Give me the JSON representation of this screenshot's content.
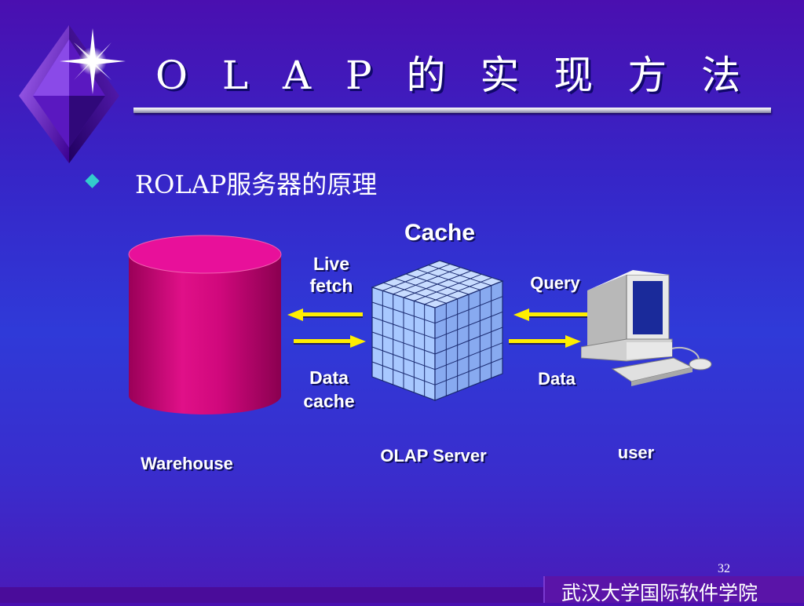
{
  "header": {
    "title": "O L A P 的 实 现 方 法",
    "logo_icon": "star-diamond-icon"
  },
  "content": {
    "bullet": "ROLAP服务器的原理"
  },
  "diagram": {
    "cache_label": "Cache",
    "live_fetch_label": "Live\nfetch",
    "data_cache_label": "Data\ncache",
    "query_label": "Query",
    "data_label": "Data",
    "warehouse_label": "Warehouse",
    "server_label": "OLAP Server",
    "user_label": "user",
    "colors": {
      "warehouse": "#d4087a",
      "cube": "#a8c8ff",
      "arrow": "#ffee00",
      "bullet": "#33cccc"
    }
  },
  "footer": {
    "page_number": "32",
    "institution": "武汉大学国际软件学院"
  }
}
